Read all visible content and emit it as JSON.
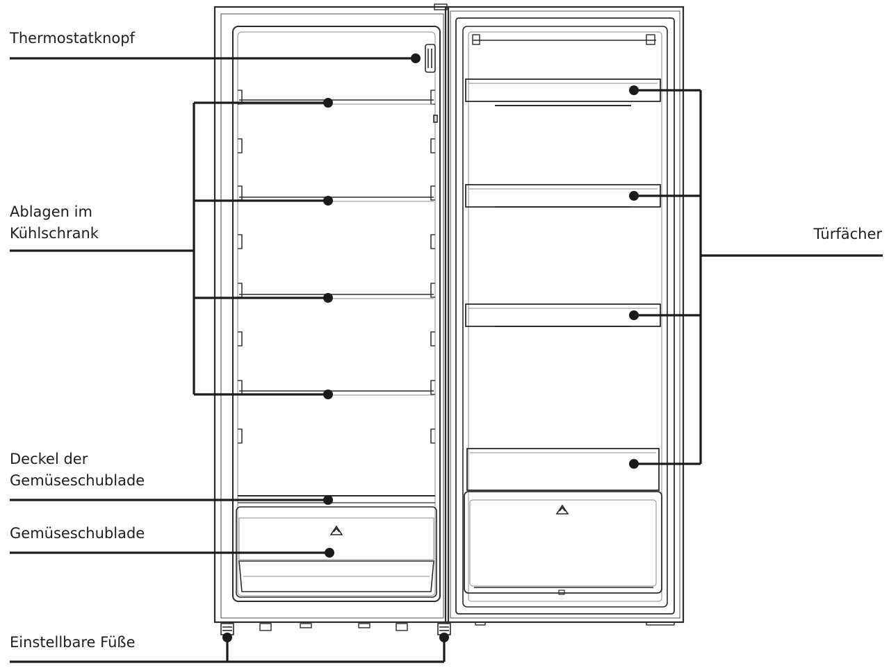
{
  "labels": {
    "thermostat": "Thermostatknopf",
    "shelves_line1": "Ablagen im",
    "shelves_line2": "Kühlschrank",
    "crisper_cover_line1": "Deckel der",
    "crisper_cover_line2": "Gemüseschublade",
    "crisper_drawer": "Gemüseschublade",
    "feet": "Einstellbare Füße",
    "door_bins": "Türfächer"
  },
  "colors": {
    "line": "#1b1b1b",
    "drawing": "#2a2a2a",
    "light_stroke": "#8a8a8a",
    "background": "#ffffff"
  },
  "icons": [
    "recycle-icon",
    "recycle-icon-door"
  ]
}
